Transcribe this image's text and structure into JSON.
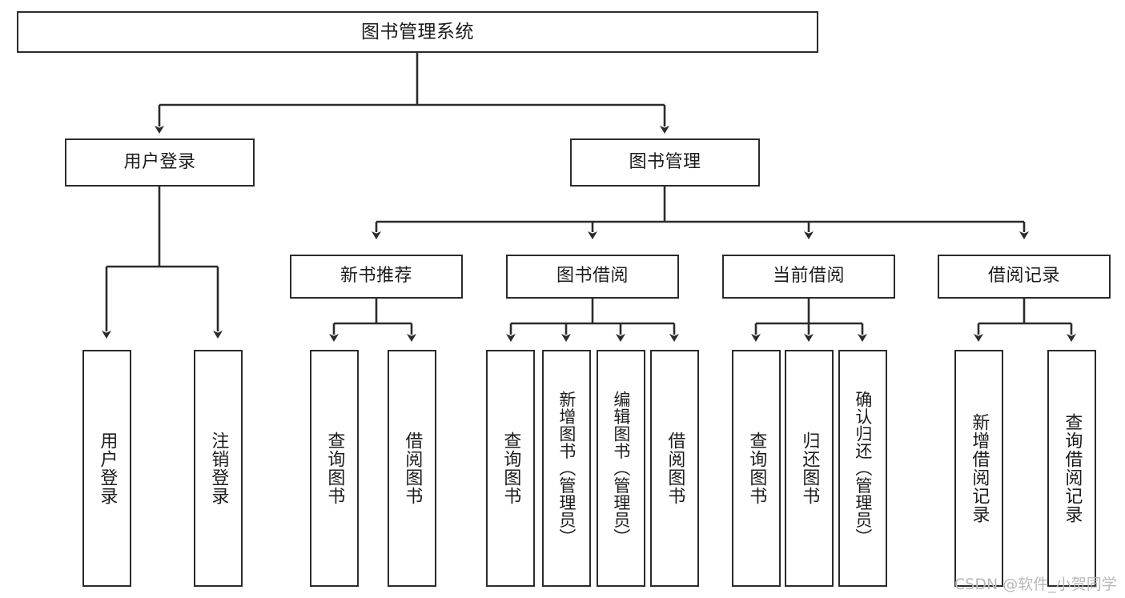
{
  "diagram": {
    "title": "图书管理系统",
    "type": "tree",
    "stroke_color": "#2b2b2b",
    "text_color": "#1c1c1c",
    "background": "#ffffff"
  },
  "nodes": {
    "root": {
      "label": "图书管理系统"
    },
    "level2": [
      {
        "label": "用户登录"
      },
      {
        "label": "图书管理"
      }
    ],
    "level3": [
      {
        "label": "新书推荐"
      },
      {
        "label": "图书借阅"
      },
      {
        "label": "当前借阅"
      },
      {
        "label": "借阅记录"
      }
    ],
    "leaves_user_login": [
      {
        "label": "用户登录"
      },
      {
        "label": "注销登录"
      }
    ],
    "leaves_new_book": [
      {
        "label": "查询图书"
      },
      {
        "label": "借阅图书"
      }
    ],
    "leaves_borrow": [
      {
        "label": "查询图书"
      },
      {
        "label": "新增图书（管理员）"
      },
      {
        "label": "编辑图书（管理员）"
      },
      {
        "label": "借阅图书"
      }
    ],
    "leaves_current": [
      {
        "label": "查询图书"
      },
      {
        "label": "归还图书"
      },
      {
        "label": "确认归还（管理员）"
      }
    ],
    "leaves_records": [
      {
        "label": "新增借阅记录"
      },
      {
        "label": "查询借阅记录"
      }
    ]
  },
  "watermark": {
    "text": "CSDN @软件_小贺同学"
  }
}
